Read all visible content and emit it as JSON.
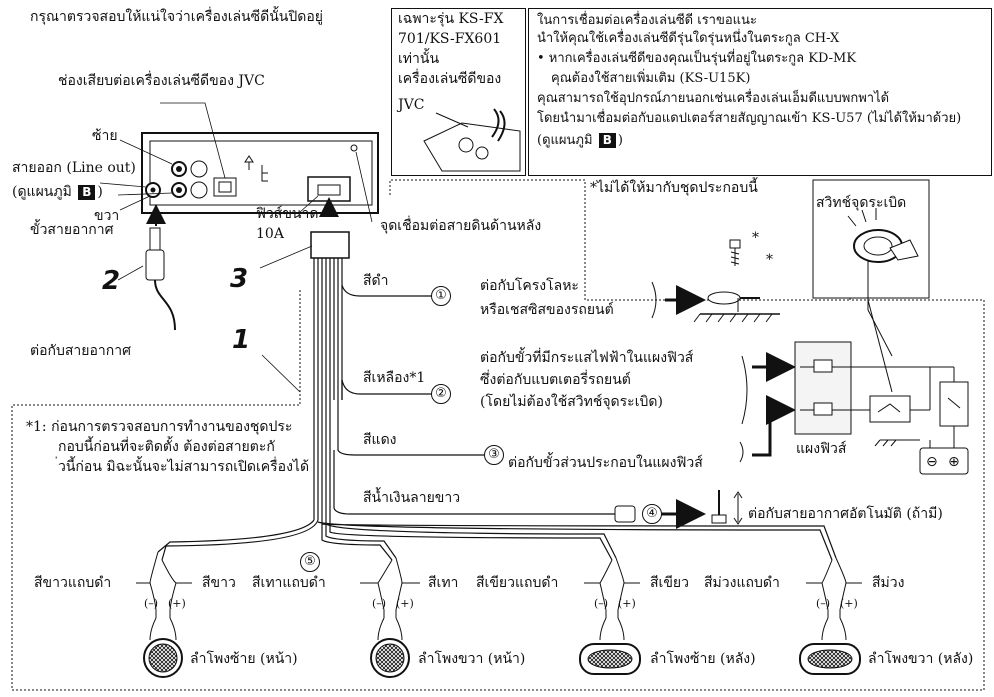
{
  "top_note": "กรุณาตรวจสอบให้แน่ใจว่าเครื่องเล่นซีดีนั้นปิดอยู่",
  "jvc_port_label": "ช่องเสียบต่อเครื่องเล่นซีดีของ JVC",
  "left_label": "ซ้าย",
  "right_label": "ขวา",
  "line_out_label": "สายออก (Line out)",
  "see_diagram_prefix": "(ดูแผนภูมิ",
  "see_diagram_letter": "B",
  "see_diagram_suffix": ")",
  "antenna_terminal_label": "ขั้วสายอากาศ",
  "fuse_label_line1": "ฟิวส์ขนาด",
  "fuse_label_line2": "10A",
  "ground_point_label": "จุดเชื่อมต่อสายดินด้านหลัง",
  "connect_antenna_label": "ต่อกับสายอากาศ",
  "callout_numbers": {
    "n1": "1",
    "n2": "2",
    "n3": "3"
  },
  "model_box": {
    "line1": "เฉพาะรุ่น KS-FX",
    "line2": "701/KS-FX601",
    "line3": "เท่านั้น",
    "line4": "เครื่องเล่นซีดีของ",
    "line5": "JVC"
  },
  "info_box": {
    "line1": "ในการเชื่อมต่อเครื่องเล่นซีดี เราขอแนะ",
    "line2": "นำให้คุณใช้เครื่องเล่นซีดีรุ่นใดรุ่นหนึ่งในตระกูล CH-X",
    "line3": "• หากเครื่องเล่นซีดีของคุณเป็นรุ่นที่อยู่ในตระกูล KD-MK",
    "line4": "คุณต้องใช้สายเพิ่มเติม (KS-U15K)",
    "line5": "คุณสามารถใช้อุปกรณ์ภายนอกเช่นเครื่องเล่นเอ็มดีแบบพกพาได้",
    "line6": "โดยนำมาเชื่อมต่อกับอแดปเตอร์สายสัญญาณเข้า KS-U57 (ไม่ได้ให้มาด้วย)",
    "line7_prefix": "(ดูแผนภูมิ",
    "line7_letter": "B",
    "line7_suffix": ")"
  },
  "not_supplied_note": "*ไม่ได้ให้มากับชุดประกอบนี้",
  "ignition_switch_label": "สวิทช์จุดระเบิด",
  "asterisk": "*",
  "wires": [
    {
      "num": "①",
      "color_name": "สีดำ"
    },
    {
      "num": "②",
      "color_name": "สีเหลือง",
      "note": "*1"
    },
    {
      "num": "③",
      "color_name": "สีแดง"
    },
    {
      "num": "④",
      "color_name": "สีน้ำเงินลายขาว"
    },
    {
      "num": "⑤"
    }
  ],
  "chassis_text_line1": "ต่อกับโครงโลหะ",
  "chassis_text_line2": "หรือเชสซิสของรถยนต์",
  "battery_text_line1": "ต่อกับขั้วที่มีกระแสไฟฟ้าในแผงฟิวส์",
  "battery_text_line2": "ซึ่งต่อกับแบตเตอรี่รถยนต์",
  "battery_text_line3": "(โดยไม่ต้องใช้สวิทช์จุดระเบิด)",
  "accessory_text": "ต่อกับขั้วส่วนประกอบในแผงฟิวส์",
  "fuse_block_label": "แผงฟิวส์",
  "auto_antenna_text": "ต่อกับสายอากาศอัตโนมัติ (ถ้ามี)",
  "footnote_line1": "*1: ก่อนการตรวจสอบการทำงานของชุดประ",
  "footnote_line2": "กอบนี้ก่อนที่จะติดตั้ง ต้องต่อสายตะกั",
  "footnote_line3": "่วนี้ก่อน มิฉะนั้นจะไม่สามารถเปิดเครื่องได้",
  "polarity": {
    "neg": "(–)",
    "pos": "(+)"
  },
  "speakers": [
    {
      "neg_wire": "สีขาวแถบดำ",
      "pos_wire": "สีขาว",
      "label": "ลำโพงซ้าย (หน้า)"
    },
    {
      "neg_wire": "สีเทาแถบดำ",
      "pos_wire": "สีเทา",
      "label": "ลำโพงขวา (หน้า)"
    },
    {
      "neg_wire": "สีเขียวแถบดำ",
      "pos_wire": "สีเขียว",
      "label": "ลำโพงซ้าย (หลัง)"
    },
    {
      "neg_wire": "สีม่วงแถบดำ",
      "pos_wire": "สีม่วง",
      "label": "ลำโพงขวา (หลัง)"
    }
  ],
  "battery_symbols": {
    "minus": "⊖",
    "plus": "⊕"
  }
}
